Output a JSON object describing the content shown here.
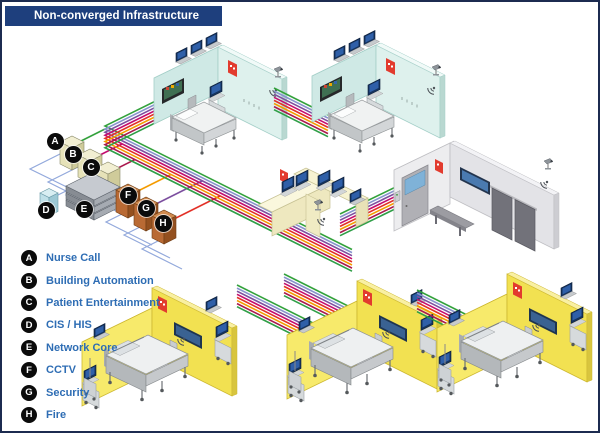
{
  "title": "Non-converged Infrastructure",
  "colors": {
    "title_bar": "#1e3f7d",
    "border": "#1c2b50",
    "legend_text": "#2e6db4",
    "node_bg": "#0b0b0b",
    "node_text": "#ffffff",
    "lattice": "#93a9dc",
    "cables": [
      "#33a23c",
      "#8793cc",
      "#7c4f9f",
      "#c40d6e",
      "#e23128",
      "#f49b00",
      "#aa1a4e",
      "#2e9e46"
    ]
  },
  "legend": {
    "items": [
      {
        "letter": "A",
        "label": "Nurse Call"
      },
      {
        "letter": "B",
        "label": "Building Automation"
      },
      {
        "letter": "C",
        "label": "Patient Entertainment"
      },
      {
        "letter": "D",
        "label": "CIS / HIS"
      },
      {
        "letter": "E",
        "label": "Network Core"
      },
      {
        "letter": "F",
        "label": "CCTV"
      },
      {
        "letter": "G",
        "label": "Security"
      },
      {
        "letter": "H",
        "label": "Fire"
      }
    ]
  }
}
